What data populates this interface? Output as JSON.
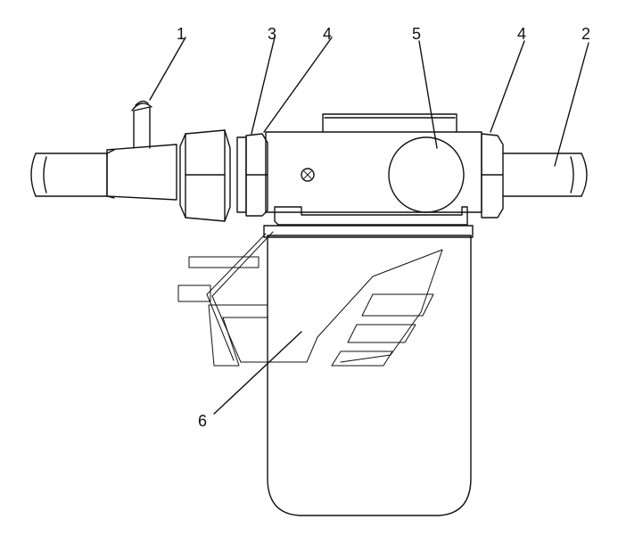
{
  "diagram": {
    "callouts": [
      {
        "id": "1",
        "label": "1"
      },
      {
        "id": "3",
        "label": "3"
      },
      {
        "id": "4a",
        "label": "4"
      },
      {
        "id": "5",
        "label": "5"
      },
      {
        "id": "4b",
        "label": "4"
      },
      {
        "id": "2",
        "label": "2"
      },
      {
        "id": "6",
        "label": "6"
      }
    ],
    "colors": {
      "line": "#111111",
      "background": "#ffffff"
    }
  }
}
